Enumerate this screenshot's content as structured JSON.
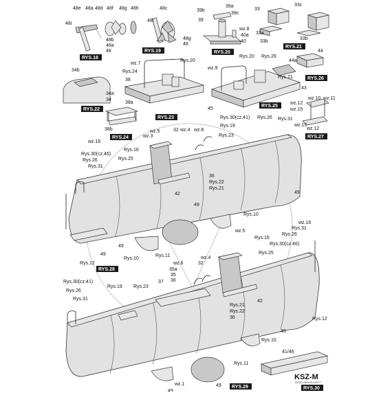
{
  "brand": "KSZ-M",
  "brand_sub": "MODELARSKIE KARTY",
  "figures": {
    "rys18": {
      "badge": "RYS.18",
      "labels": [
        "48e",
        "48a",
        "48d",
        "48f",
        "48g",
        "48h",
        "48i",
        "48b",
        "48a",
        "48"
      ]
    },
    "rys19": {
      "badge": "RYS.19",
      "labels": [
        "48c",
        "48i",
        "48g",
        "48"
      ]
    },
    "rys20": {
      "badge": "RYS.20",
      "labels": [
        "39b",
        "39a",
        "39c",
        "39",
        "wz.8",
        "40a",
        "40"
      ]
    },
    "rys21": {
      "badge": "RYS.21",
      "labels": [
        "33",
        "33c",
        "33a",
        "33b",
        "33b"
      ]
    },
    "rys22": {
      "badge": "RYS.22",
      "labels": [
        "34b",
        "34a",
        "34"
      ]
    },
    "rys23": {
      "badge": "RYS.23",
      "labels": [
        "wz.7",
        "Rys.20",
        "Rys.24",
        "38"
      ]
    },
    "rys24": {
      "badge": "RYS.24",
      "labels": [
        "38a",
        "38b"
      ]
    },
    "rys25": {
      "badge": "RYS.25",
      "labels": [
        "Rys.20",
        "wz.9",
        "Rys.26",
        "Rys.21",
        "43",
        "45"
      ]
    },
    "rys26": {
      "badge": "RYS.26",
      "labels": [
        "44",
        "44a"
      ]
    },
    "rys27": {
      "badge": "RYS.27",
      "labels": [
        "wz.10",
        "wz.11",
        "wz.12",
        "wz.15",
        "wz.15",
        "wz.12"
      ]
    },
    "rys28": {
      "badge": "RYS.28",
      "labels": [
        "wz.5",
        "32",
        "wz.4",
        "wz.6",
        "Rys.30(cz.41)",
        "Rys.19",
        "Rys.26",
        "Rys.31",
        "wz.3",
        "Rys.23",
        "wz.16",
        "Rys.30(cz.46)",
        "Rys.16",
        "Rys.26",
        "Rys.25",
        "Rys.31",
        "36",
        "Rys.22",
        "Rys.21",
        "42",
        "49",
        "Rys.10",
        "49",
        "49",
        "49",
        "Rys.11",
        "Rys.12",
        "Rys.10"
      ]
    },
    "rys29": {
      "badge": "RYS.29",
      "labels": [
        "wz.5",
        "Rys.16",
        "wz.16",
        "Rys.31",
        "Rys.26",
        "Rys.30(cz.46)",
        "Rys.25",
        "wz.6",
        "35a",
        "35",
        "36",
        "32",
        "wz.4",
        "37",
        "Rys.30(cz.41)",
        "Rys.19",
        "Rys.26",
        "Rys.31",
        "Rys.23",
        "42",
        "Rys.21",
        "Rys.22",
        "36",
        "Rys.12",
        "49",
        "Rys.10",
        "Rys.11",
        "wz.1",
        "49",
        "49"
      ]
    },
    "rys30": {
      "badge": "RYS.30",
      "labels": [
        "41/46"
      ]
    }
  }
}
